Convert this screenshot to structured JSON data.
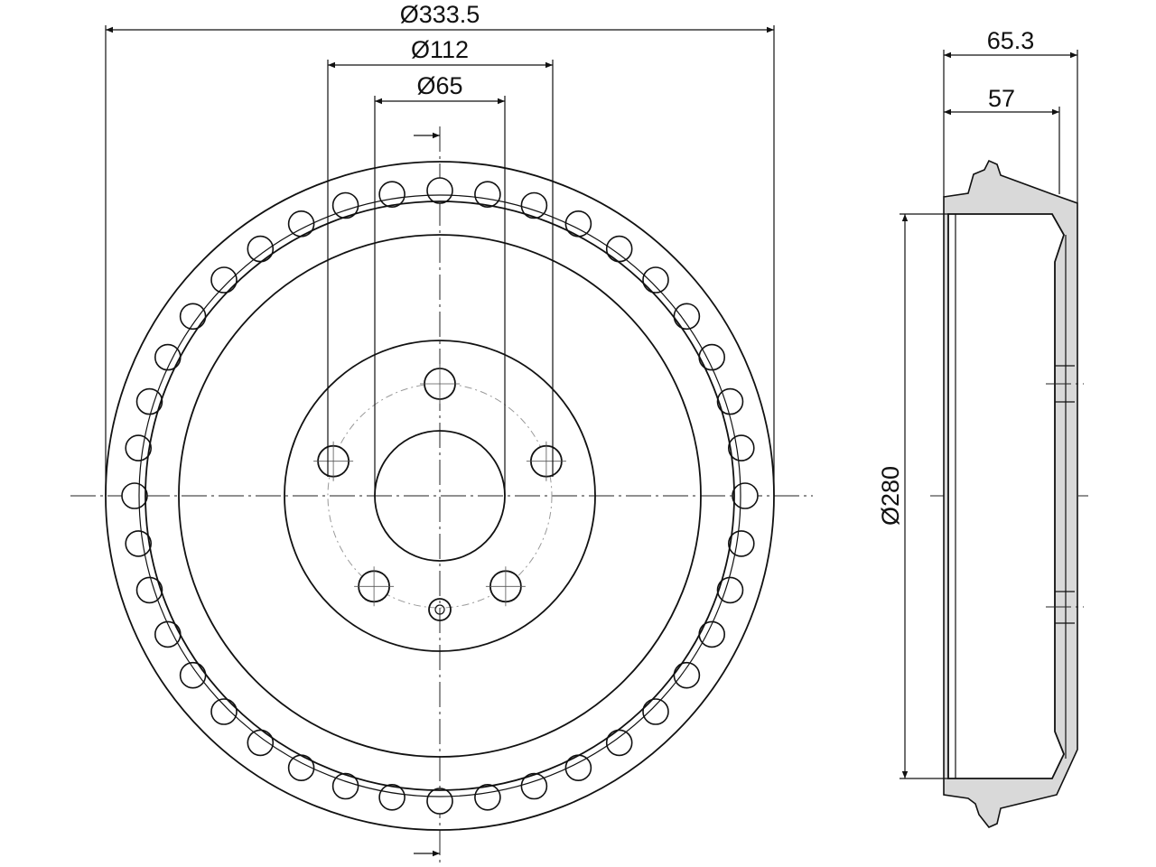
{
  "drawing": {
    "dimensions": {
      "outer_diameter": "Ø333.5",
      "hub_diameter": "Ø112",
      "bore_diameter": "Ø65",
      "drum_diameter": "Ø280",
      "total_width": "65.3",
      "inner_width": "57"
    },
    "fins": 40,
    "bolt_holes": 5
  }
}
